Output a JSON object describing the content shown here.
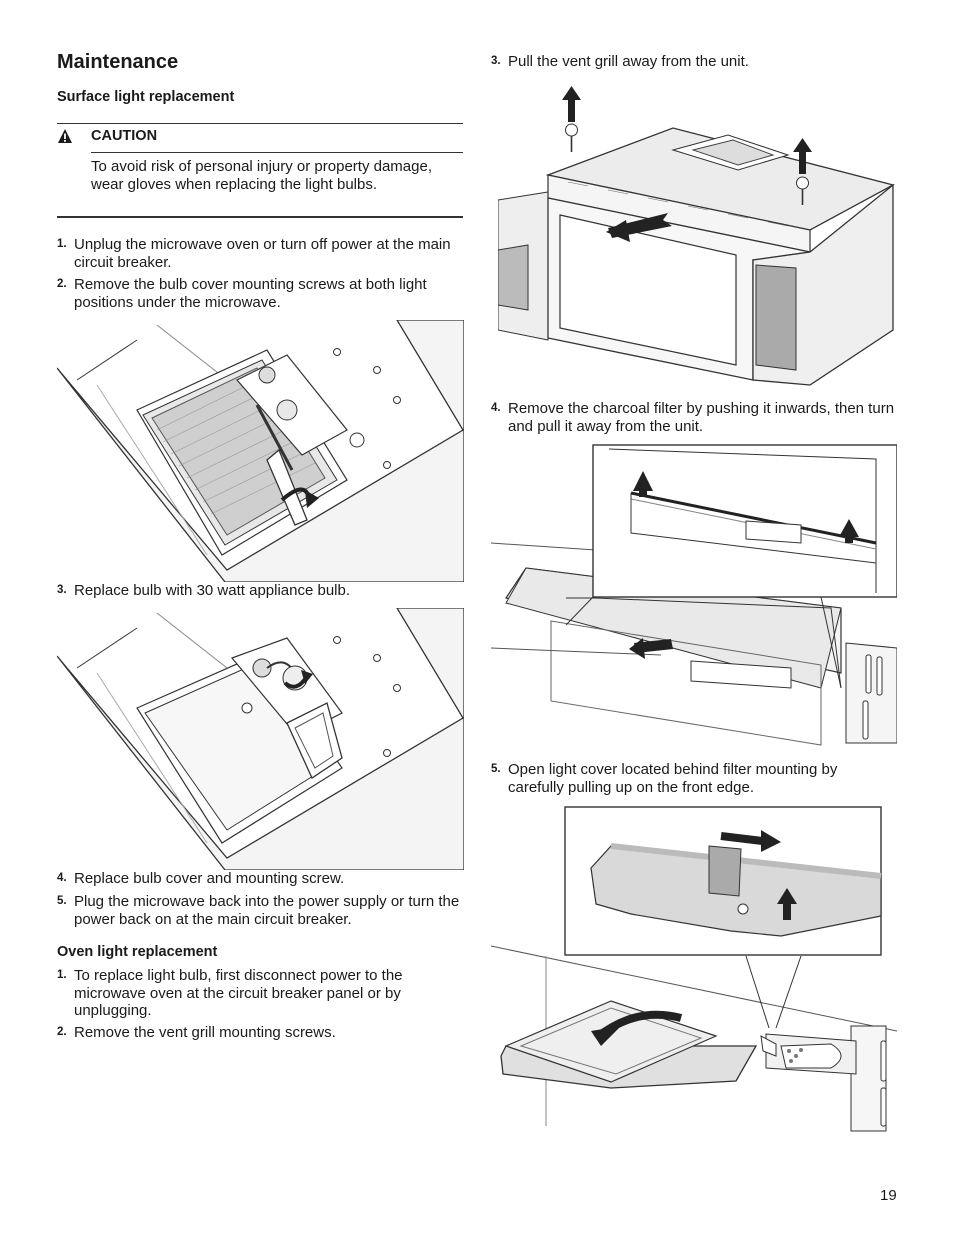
{
  "left": {
    "section_title": "Maintenance",
    "surface_heading": "Surface light replacement",
    "caution_label": "CAUTION",
    "caution_icon": "warning-triangle-icon",
    "caution_text": "To avoid risk of personal injury or property damage, wear gloves when replacing the light bulbs.",
    "steps_a": [
      {
        "num": "1.",
        "text": "Unplug the microwave oven or turn off power at the main circuit breaker."
      },
      {
        "num": "2.",
        "text": "Remove the bulb cover mounting screws at both light positions under the microwave."
      },
      {
        "num": "3.",
        "text": "Replace bulb with 30 watt appliance bulb."
      },
      {
        "num": "4.",
        "text": "Replace bulb cover and mounting screw."
      },
      {
        "num": "5.",
        "text": "Plug the microwave back into the power supply or turn the power back on at the main circuit breaker."
      }
    ],
    "oven_heading": "Oven light replacement",
    "steps_b": [
      {
        "num": "1.",
        "text": "To replace light bulb, first disconnect power to the microwave oven at the circuit breaker panel or by unplugging."
      },
      {
        "num": "2.",
        "text": "Remove the vent grill mounting screws."
      }
    ]
  },
  "right": {
    "steps": [
      {
        "num": "3.",
        "text": "Pull the vent grill away from the unit."
      },
      {
        "num": "4.",
        "text": "Remove the charcoal filter by pushing it inwards, then turn and pull it away from the unit."
      },
      {
        "num": "5.",
        "text": "Open light cover located behind filter mounting by carefully pulling up on the front edge."
      }
    ]
  },
  "page_number": "19"
}
